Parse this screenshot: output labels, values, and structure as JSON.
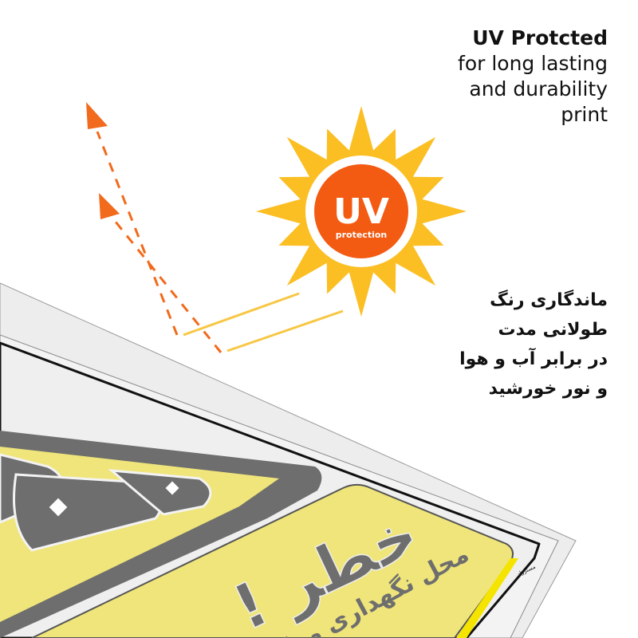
{
  "headline": {
    "title": "UV Protcted",
    "lines": [
      "for long lasting",
      "and durability",
      "print"
    ]
  },
  "badge": {
    "big": "UV",
    "small": "protection"
  },
  "persian_text": {
    "lines": [
      "ماندگاری رنگ",
      "طولانی مدت",
      "در برابر  آب و هوا",
      "و نور خورشید"
    ]
  },
  "sign": {
    "title": "خطر !",
    "subtitle": "محل نگهداری مواد",
    "brand": "مسترراد"
  },
  "colors": {
    "sun_rays": "#fbbf24",
    "badge": "#f35a12",
    "arrows": "#f26a1b",
    "sign_yellow": "#efe57a",
    "sign_grey": "#6e6e6e"
  }
}
